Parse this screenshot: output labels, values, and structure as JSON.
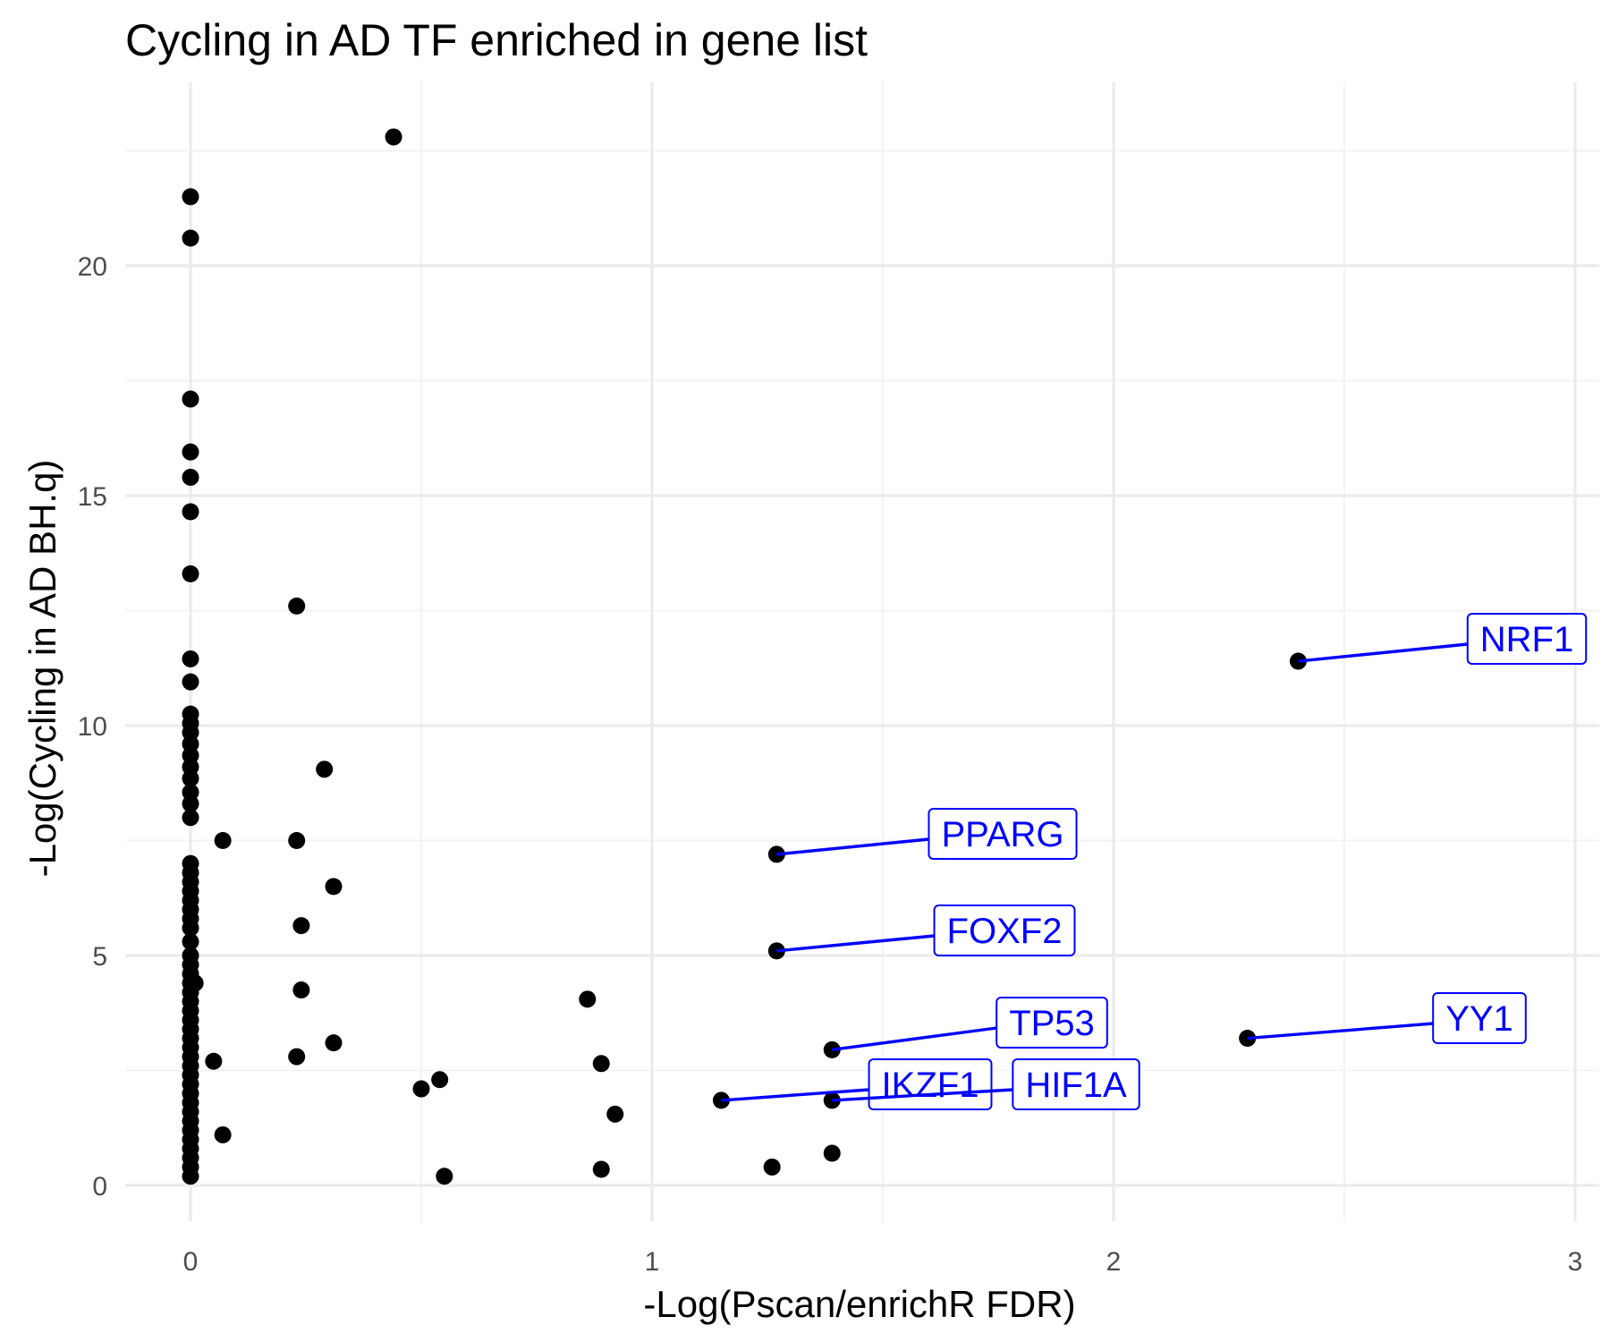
{
  "chart_data": {
    "type": "scatter",
    "title": "Cycling in AD TF enriched in gene list",
    "xlabel": "-Log(Pscan/enrichR FDR)",
    "ylabel": "-Log(Cycling in AD BH.q)",
    "xlim": [
      -0.14,
      3.05
    ],
    "ylim": [
      -0.75,
      23.1
    ],
    "x_ticks": [
      0,
      1,
      2,
      3
    ],
    "x_tick_labels": [
      "0",
      "1",
      "2",
      "3"
    ],
    "y_ticks": [
      0,
      5,
      10,
      15,
      20
    ],
    "y_tick_labels": [
      "0",
      "5",
      "10",
      "15",
      "20"
    ],
    "grid": true,
    "legend": "none",
    "point_color": "#000000",
    "label_color": "#0000ff",
    "points": [
      {
        "x": 0.44,
        "y": 22.8
      },
      {
        "x": 0.0,
        "y": 21.5
      },
      {
        "x": 0.0,
        "y": 20.6
      },
      {
        "x": 0.0,
        "y": 17.1
      },
      {
        "x": 0.0,
        "y": 15.95
      },
      {
        "x": 0.0,
        "y": 15.4
      },
      {
        "x": 0.0,
        "y": 14.65
      },
      {
        "x": 0.0,
        "y": 13.3
      },
      {
        "x": 0.0,
        "y": 11.45
      },
      {
        "x": 0.0,
        "y": 10.95
      },
      {
        "x": 0.0,
        "y": 10.25
      },
      {
        "x": 0.0,
        "y": 10.05
      },
      {
        "x": 0.0,
        "y": 9.85
      },
      {
        "x": 0.0,
        "y": 9.6
      },
      {
        "x": 0.0,
        "y": 9.35
      },
      {
        "x": 0.0,
        "y": 9.1
      },
      {
        "x": 0.0,
        "y": 8.85
      },
      {
        "x": 0.0,
        "y": 8.55
      },
      {
        "x": 0.0,
        "y": 8.3
      },
      {
        "x": 0.0,
        "y": 8.0
      },
      {
        "x": 0.0,
        "y": 7.0
      },
      {
        "x": 0.0,
        "y": 6.8
      },
      {
        "x": 0.0,
        "y": 6.6
      },
      {
        "x": 0.0,
        "y": 6.4
      },
      {
        "x": 0.0,
        "y": 6.2
      },
      {
        "x": 0.0,
        "y": 6.0
      },
      {
        "x": 0.0,
        "y": 5.8
      },
      {
        "x": 0.0,
        "y": 5.6
      },
      {
        "x": 0.0,
        "y": 5.3
      },
      {
        "x": 0.0,
        "y": 5.0
      },
      {
        "x": 0.0,
        "y": 4.8
      },
      {
        "x": 0.0,
        "y": 4.6
      },
      {
        "x": 0.0,
        "y": 4.4
      },
      {
        "x": 0.0,
        "y": 4.2
      },
      {
        "x": 0.0,
        "y": 4.0
      },
      {
        "x": 0.0,
        "y": 3.8
      },
      {
        "x": 0.0,
        "y": 3.6
      },
      {
        "x": 0.0,
        "y": 3.4
      },
      {
        "x": 0.0,
        "y": 3.2
      },
      {
        "x": 0.0,
        "y": 3.0
      },
      {
        "x": 0.0,
        "y": 2.8
      },
      {
        "x": 0.0,
        "y": 2.6
      },
      {
        "x": 0.0,
        "y": 2.4
      },
      {
        "x": 0.0,
        "y": 2.2
      },
      {
        "x": 0.0,
        "y": 2.0
      },
      {
        "x": 0.0,
        "y": 1.8
      },
      {
        "x": 0.0,
        "y": 1.6
      },
      {
        "x": 0.0,
        "y": 1.4
      },
      {
        "x": 0.0,
        "y": 1.2
      },
      {
        "x": 0.0,
        "y": 1.0
      },
      {
        "x": 0.0,
        "y": 0.8
      },
      {
        "x": 0.0,
        "y": 0.6
      },
      {
        "x": 0.0,
        "y": 0.4
      },
      {
        "x": 0.0,
        "y": 0.2
      },
      {
        "x": 0.01,
        "y": 4.4
      },
      {
        "x": 0.07,
        "y": 7.5
      },
      {
        "x": 0.05,
        "y": 2.7
      },
      {
        "x": 0.07,
        "y": 1.1
      },
      {
        "x": 0.23,
        "y": 12.6
      },
      {
        "x": 0.23,
        "y": 7.5
      },
      {
        "x": 0.23,
        "y": 2.8
      },
      {
        "x": 0.24,
        "y": 5.65
      },
      {
        "x": 0.24,
        "y": 4.25
      },
      {
        "x": 0.29,
        "y": 9.05
      },
      {
        "x": 0.31,
        "y": 6.5
      },
      {
        "x": 0.31,
        "y": 3.1
      },
      {
        "x": 0.5,
        "y": 2.1
      },
      {
        "x": 0.54,
        "y": 2.3
      },
      {
        "x": 0.55,
        "y": 0.2
      },
      {
        "x": 0.86,
        "y": 4.05
      },
      {
        "x": 0.89,
        "y": 2.65
      },
      {
        "x": 0.89,
        "y": 0.35
      },
      {
        "x": 0.92,
        "y": 1.55
      },
      {
        "x": 1.26,
        "y": 0.4
      },
      {
        "x": 1.39,
        "y": 0.7
      },
      {
        "x": 1.15,
        "y": 1.85,
        "label": "IKZF1"
      },
      {
        "x": 1.27,
        "y": 7.2,
        "label": "PPARG"
      },
      {
        "x": 1.27,
        "y": 5.1,
        "label": "FOXF2"
      },
      {
        "x": 1.39,
        "y": 2.95,
        "label": "TP53"
      },
      {
        "x": 1.39,
        "y": 1.85,
        "label": "HIF1A"
      },
      {
        "x": 2.29,
        "y": 3.2,
        "label": "YY1"
      },
      {
        "x": 2.4,
        "y": 11.4,
        "label": "NRF1"
      }
    ]
  }
}
